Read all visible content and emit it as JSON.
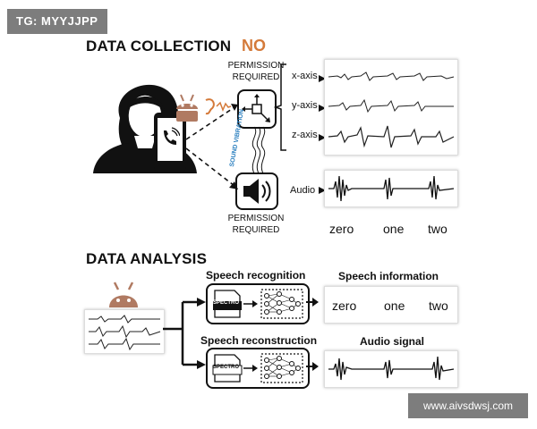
{
  "watermark_tag": "TG: MYYJJPP",
  "watermark_site": "www.aivsdwsj.com",
  "collection": {
    "title": "DATA COLLECTION",
    "no_label": "NO",
    "perm_top": [
      "PERMISSION",
      "REQUIRED"
    ],
    "perm_bottom": [
      "PERMISSION",
      "REQUIRED"
    ],
    "axes": [
      "x-axis",
      "y-axis",
      "z-axis"
    ],
    "audio_label": "Audio",
    "vibration_label": "SOUND VIBRATION",
    "words": [
      "zero",
      "one",
      "two"
    ]
  },
  "analysis": {
    "title": "DATA ANALYSIS",
    "recognition_label": "Speech recognition",
    "reconstruction_label": "Speech reconstruction",
    "speech_info_label": "Speech information",
    "audio_signal_label": "Audio signal",
    "spectro_label": "SPECTRO",
    "words": [
      "zero",
      "one",
      "two"
    ]
  },
  "colors": {
    "accent_orange": "#d47a3a",
    "robot_brown": "#b07a62",
    "vibration_blue": "#2a7fbf"
  }
}
